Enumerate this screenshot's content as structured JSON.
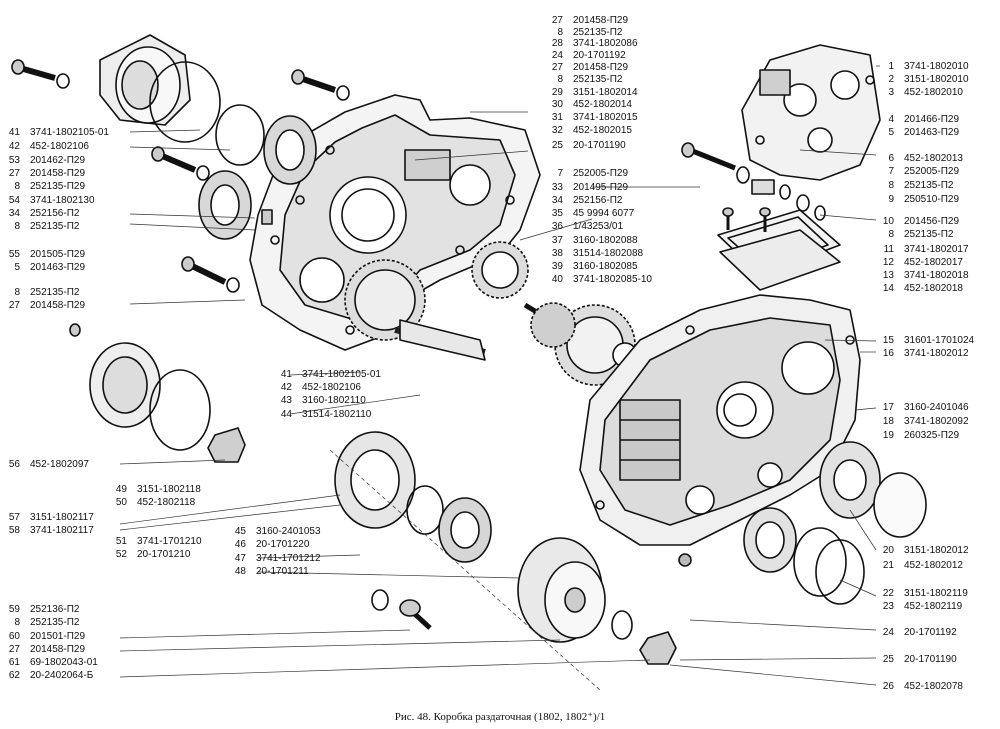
{
  "caption": "Рис. 48. Коробка раздаточная (1802, 1802⁺)/1",
  "labels": [
    {
      "id": "t27a",
      "num": "27",
      "code": "201458-П29"
    },
    {
      "id": "t8a",
      "num": "8",
      "code": "252135-П2"
    },
    {
      "id": "t28",
      "num": "28",
      "code": "3741-1802086"
    },
    {
      "id": "t24a",
      "num": "24",
      "code": "20-1701192"
    },
    {
      "id": "t27b",
      "num": "27",
      "code": "201458-П29"
    },
    {
      "id": "t8b",
      "num": "8",
      "code": "252135-П2"
    },
    {
      "id": "t29",
      "num": "29",
      "code": "3151-1802014"
    },
    {
      "id": "t30",
      "num": "30",
      "code": "452-1802014"
    },
    {
      "id": "t31",
      "num": "31",
      "code": "3741-1802015"
    },
    {
      "id": "t32",
      "num": "32",
      "code": "452-1802015"
    },
    {
      "id": "t25a",
      "num": "25",
      "code": "20-1701190"
    },
    {
      "id": "t7a",
      "num": "7",
      "code": "252005-П29"
    },
    {
      "id": "t33",
      "num": "33",
      "code": "201495-П29"
    },
    {
      "id": "t34a",
      "num": "34",
      "code": "252156-П2"
    },
    {
      "id": "t35",
      "num": "35",
      "code": "45 9994 6077"
    },
    {
      "id": "t36",
      "num": "36",
      "code": "1/43253/01"
    },
    {
      "id": "t37",
      "num": "37",
      "code": "3160-1802088"
    },
    {
      "id": "t38",
      "num": "38",
      "code": "31514-1802088"
    },
    {
      "id": "t39",
      "num": "39",
      "code": "3160-1802085"
    },
    {
      "id": "t40",
      "num": "40",
      "code": "3741-1802085-10"
    },
    {
      "id": "l41a",
      "num": "41",
      "code": "3741-1802105-01"
    },
    {
      "id": "l42a",
      "num": "42",
      "code": "452-1802106"
    },
    {
      "id": "l53",
      "num": "53",
      "code": "201462-П29"
    },
    {
      "id": "l27a",
      "num": "27",
      "code": "201458-П29"
    },
    {
      "id": "l8a",
      "num": "8",
      "code": "252135-П29"
    },
    {
      "id": "l54",
      "num": "54",
      "code": "3741-1802130"
    },
    {
      "id": "l34",
      "num": "34",
      "code": "252156-П2"
    },
    {
      "id": "l8b",
      "num": "8",
      "code": "252135-П2"
    },
    {
      "id": "l55",
      "num": "55",
      "code": "201505-П29"
    },
    {
      "id": "l5",
      "num": "5",
      "code": "201463-П29"
    },
    {
      "id": "l8c",
      "num": "8",
      "code": "252135-П2"
    },
    {
      "id": "l27b",
      "num": "27",
      "code": "201458-П29"
    },
    {
      "id": "m41",
      "num": "41",
      "code": "3741-1802105-01"
    },
    {
      "id": "m42",
      "num": "42",
      "code": "452-1802106"
    },
    {
      "id": "m43",
      "num": "43",
      "code": "3160-1802110"
    },
    {
      "id": "m44",
      "num": "44",
      "code": "31514-1802110"
    },
    {
      "id": "l56",
      "num": "56",
      "code": "452-1802097"
    },
    {
      "id": "m49",
      "num": "49",
      "code": "3151-1802118"
    },
    {
      "id": "m50",
      "num": "50",
      "code": "452-1802118"
    },
    {
      "id": "l57",
      "num": "57",
      "code": "3151-1802117"
    },
    {
      "id": "l58",
      "num": "58",
      "code": "3741-1802117"
    },
    {
      "id": "m45",
      "num": "45",
      "code": "3160-2401053"
    },
    {
      "id": "m46",
      "num": "46",
      "code": "20-1701220"
    },
    {
      "id": "m47",
      "num": "47",
      "code": "3741-1701212"
    },
    {
      "id": "m48",
      "num": "48",
      "code": "20-1701211"
    },
    {
      "id": "m51",
      "num": "51",
      "code": "3741-1701210"
    },
    {
      "id": "m52",
      "num": "52",
      "code": "20-1701210"
    },
    {
      "id": "l59",
      "num": "59",
      "code": "252136-П2"
    },
    {
      "id": "l8d",
      "num": "8",
      "code": "252135-П2"
    },
    {
      "id": "l60",
      "num": "60",
      "code": "201501-П29"
    },
    {
      "id": "l27c",
      "num": "27",
      "code": "201458-П29"
    },
    {
      "id": "l61",
      "num": "61",
      "code": "69-1802043-01"
    },
    {
      "id": "l62",
      "num": "62",
      "code": "20-2402064-Б"
    },
    {
      "id": "r1",
      "num": "1",
      "code": "3741-1802010"
    },
    {
      "id": "r2",
      "num": "2",
      "code": "3151-1802010"
    },
    {
      "id": "r3",
      "num": "3",
      "code": "452-1802010"
    },
    {
      "id": "r4",
      "num": "4",
      "code": "201466-П29"
    },
    {
      "id": "r5",
      "num": "5",
      "code": "201463-П29"
    },
    {
      "id": "r6",
      "num": "6",
      "code": "452-1802013"
    },
    {
      "id": "r7",
      "num": "7",
      "code": "252005-П29"
    },
    {
      "id": "r8",
      "num": "8",
      "code": "252135-П2"
    },
    {
      "id": "r9",
      "num": "9",
      "code": "250510-П29"
    },
    {
      "id": "r10",
      "num": "10",
      "code": "201456-П29"
    },
    {
      "id": "r8b",
      "num": "8",
      "code": "252135-П2"
    },
    {
      "id": "r11",
      "num": "11",
      "code": "3741-1802017"
    },
    {
      "id": "r12",
      "num": "12",
      "code": "452-1802017"
    },
    {
      "id": "r13",
      "num": "13",
      "code": "3741-1802018"
    },
    {
      "id": "r14",
      "num": "14",
      "code": "452-1802018"
    },
    {
      "id": "r15",
      "num": "15",
      "code": "31601-1701024"
    },
    {
      "id": "r16",
      "num": "16",
      "code": "3741-1802012"
    },
    {
      "id": "r17",
      "num": "17",
      "code": "3160-2401046"
    },
    {
      "id": "r18",
      "num": "18",
      "code": "3741-1802092"
    },
    {
      "id": "r19",
      "num": "19",
      "code": "260325-П29"
    },
    {
      "id": "r20",
      "num": "20",
      "code": "3151-1802012"
    },
    {
      "id": "r21",
      "num": "21",
      "code": "452-1802012"
    },
    {
      "id": "r22",
      "num": "22",
      "code": "3151-1802119"
    },
    {
      "id": "r23",
      "num": "23",
      "code": "452-1802119"
    },
    {
      "id": "r24",
      "num": "24",
      "code": "20-1701192"
    },
    {
      "id": "r25",
      "num": "25",
      "code": "20-1701190"
    },
    {
      "id": "r26",
      "num": "26",
      "code": "452-1802078"
    }
  ]
}
